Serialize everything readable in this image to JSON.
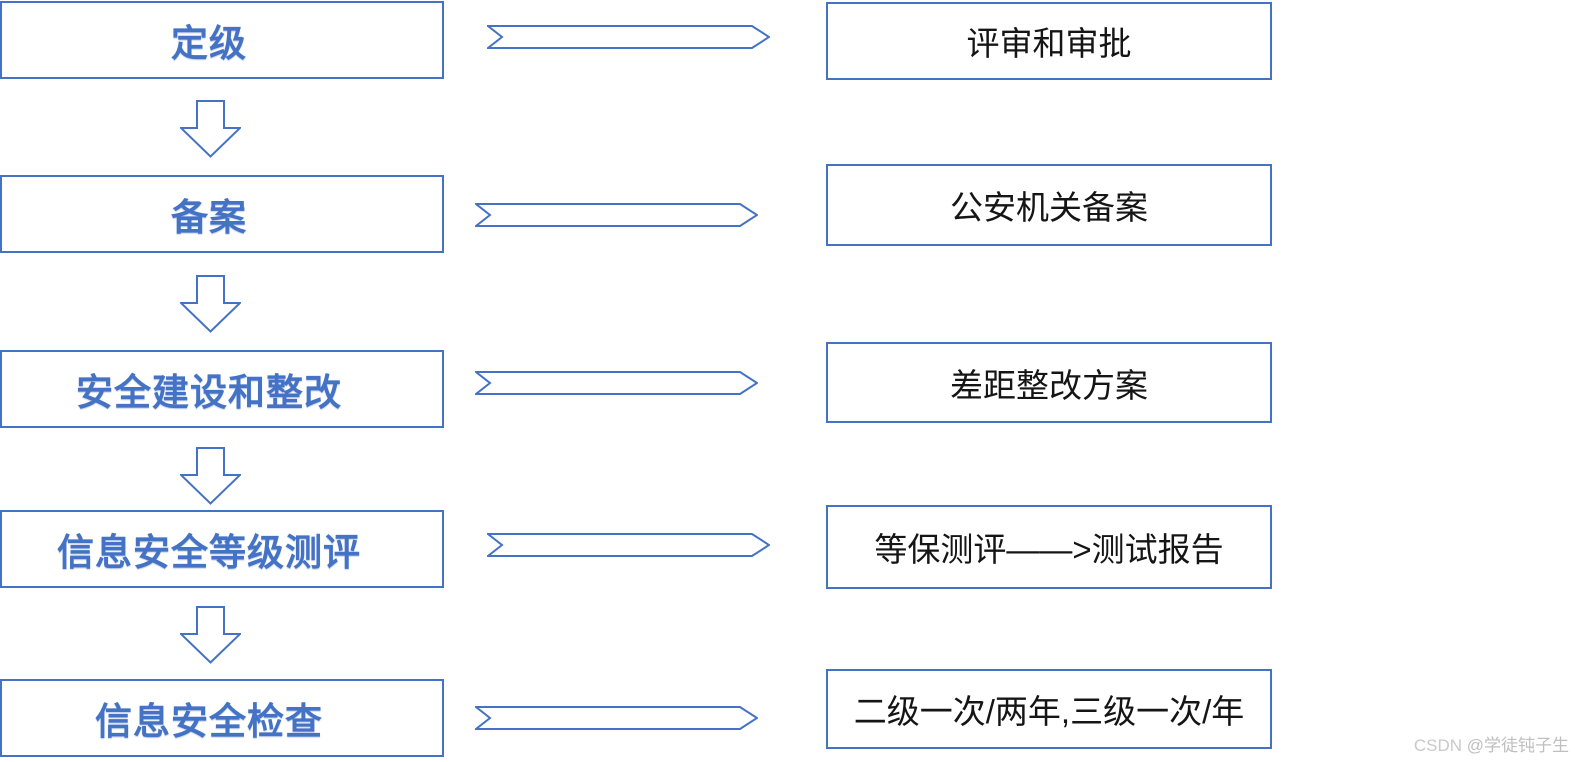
{
  "colors": {
    "accent_blue": "#4472C4",
    "left_text_blue": "#4472C4",
    "right_text_black": "#151515",
    "watermark_gray": "#c9c9c9",
    "background": "#ffffff"
  },
  "flowchart": {
    "rows": [
      {
        "stage": "定级",
        "output": "评审和审批"
      },
      {
        "stage": "备案",
        "output": "公安机关备案"
      },
      {
        "stage": "安全建设和整改",
        "output": "差距整改方案"
      },
      {
        "stage": "信息安全等级测评",
        "output": "等保测评——>测试报告"
      },
      {
        "stage": "信息安全检查",
        "output": "二级一次/两年,三级一次/年"
      }
    ],
    "icons": {
      "down_arrow": "hollow block arrow pointing down",
      "right_arrow": "hollow chevron ribbon arrow pointing right"
    }
  },
  "watermark": {
    "prefix": "CSDN ",
    "handle": "@学徒钝子生"
  }
}
